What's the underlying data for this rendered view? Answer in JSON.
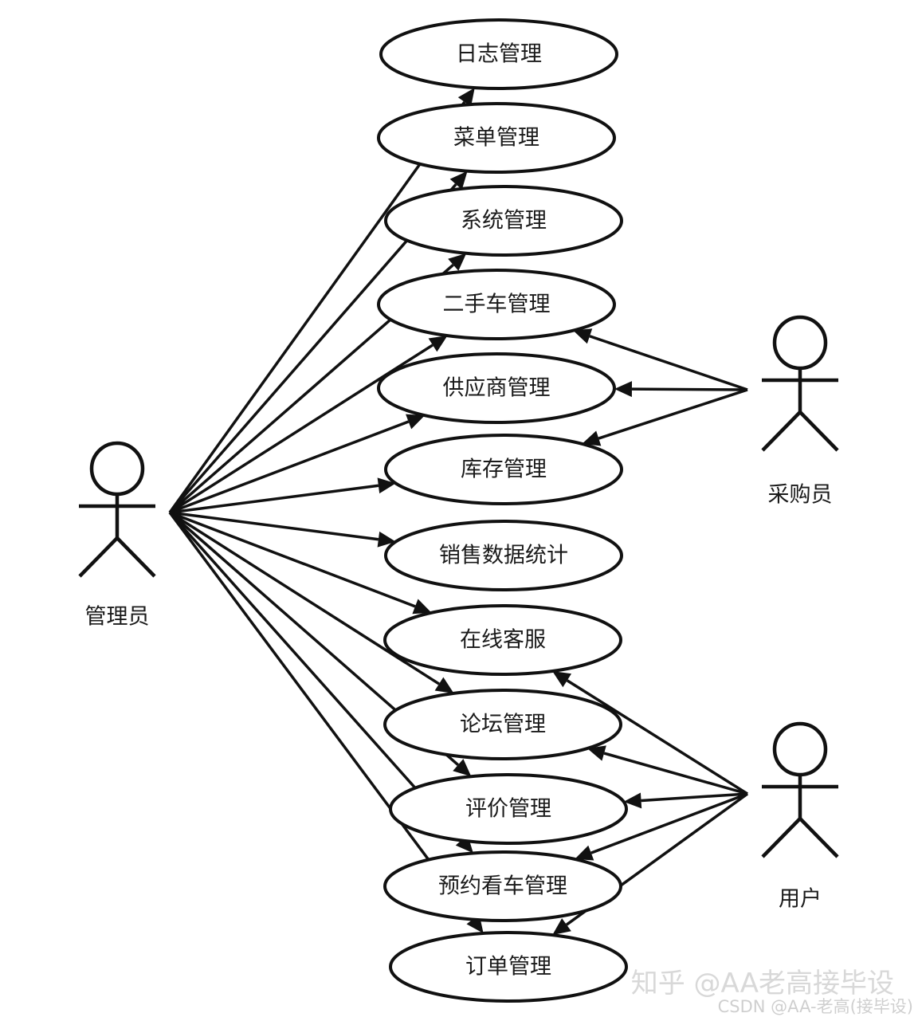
{
  "diagram": {
    "type": "use-case",
    "actors": [
      {
        "id": "admin",
        "label": "管理员"
      },
      {
        "id": "buyer",
        "label": "采购员"
      },
      {
        "id": "user",
        "label": "用户"
      }
    ],
    "use_cases": [
      {
        "id": "log",
        "label": "日志管理"
      },
      {
        "id": "menu",
        "label": "菜单管理"
      },
      {
        "id": "system",
        "label": "系统管理"
      },
      {
        "id": "usedcar",
        "label": "二手车管理"
      },
      {
        "id": "supplier",
        "label": "供应商管理"
      },
      {
        "id": "inventory",
        "label": "库存管理"
      },
      {
        "id": "sales",
        "label": "销售数据统计"
      },
      {
        "id": "service",
        "label": "在线客服"
      },
      {
        "id": "forum",
        "label": "论坛管理"
      },
      {
        "id": "review",
        "label": "评价管理"
      },
      {
        "id": "appointment",
        "label": "预约看车管理"
      },
      {
        "id": "order",
        "label": "订单管理"
      }
    ],
    "associations": [
      {
        "from": "admin",
        "to": "log"
      },
      {
        "from": "admin",
        "to": "menu"
      },
      {
        "from": "admin",
        "to": "system"
      },
      {
        "from": "admin",
        "to": "usedcar"
      },
      {
        "from": "admin",
        "to": "supplier"
      },
      {
        "from": "admin",
        "to": "inventory"
      },
      {
        "from": "admin",
        "to": "sales"
      },
      {
        "from": "admin",
        "to": "service"
      },
      {
        "from": "admin",
        "to": "forum"
      },
      {
        "from": "admin",
        "to": "review"
      },
      {
        "from": "admin",
        "to": "appointment"
      },
      {
        "from": "admin",
        "to": "order"
      },
      {
        "from": "buyer",
        "to": "usedcar"
      },
      {
        "from": "buyer",
        "to": "supplier"
      },
      {
        "from": "buyer",
        "to": "inventory"
      },
      {
        "from": "user",
        "to": "service"
      },
      {
        "from": "user",
        "to": "forum"
      },
      {
        "from": "user",
        "to": "review"
      },
      {
        "from": "user",
        "to": "appointment"
      },
      {
        "from": "user",
        "to": "order"
      }
    ]
  },
  "watermark": {
    "line1": "知乎 @AA老高接毕设",
    "line2": "CSDN @AA-老高(接毕设)"
  },
  "colors": {
    "stroke": "#111111",
    "background": "#ffffff"
  }
}
